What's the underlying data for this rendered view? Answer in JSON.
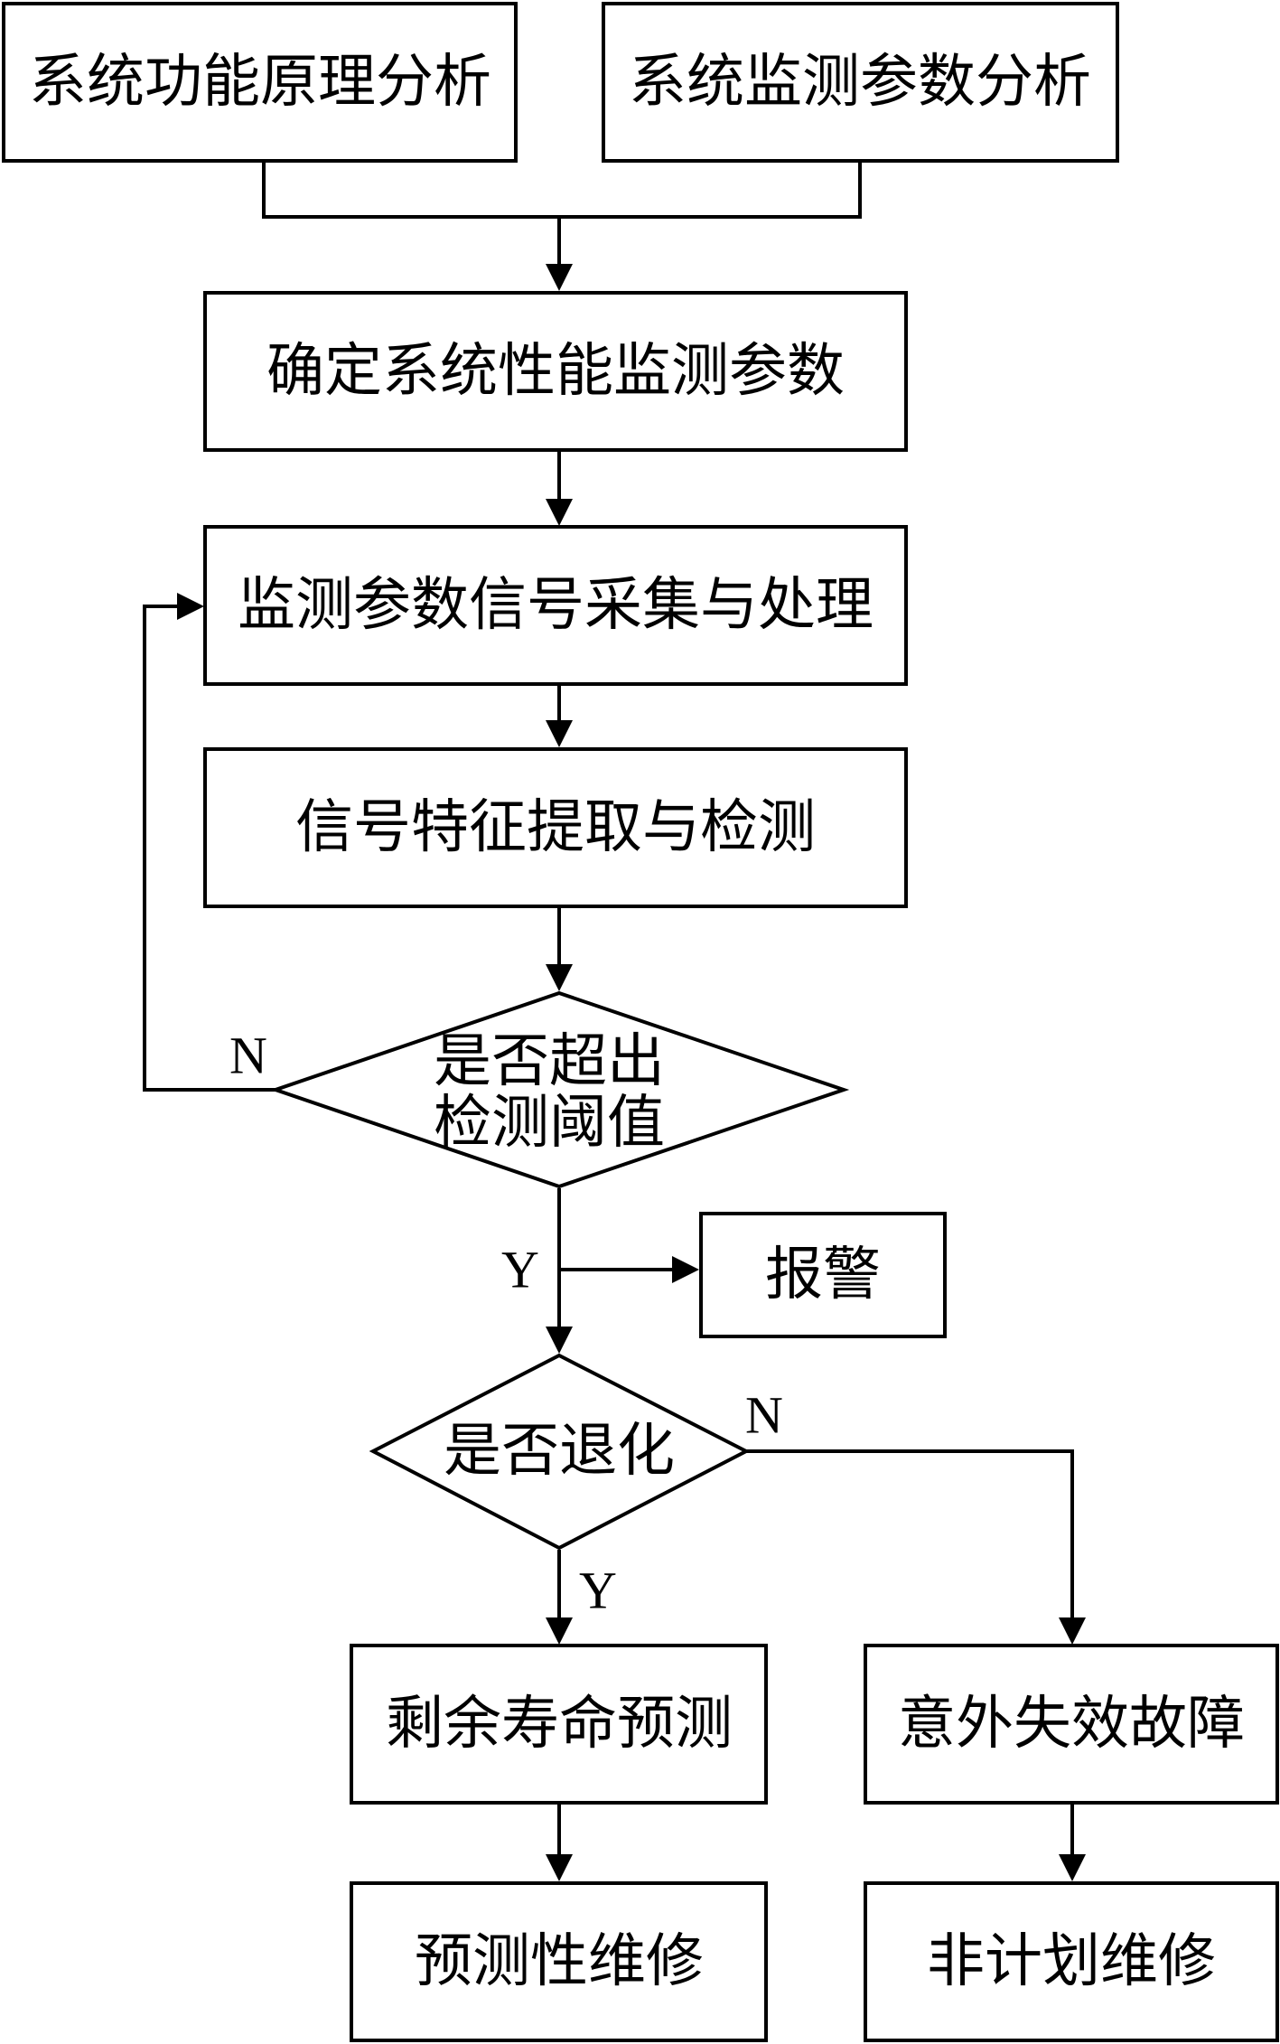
{
  "nodes": {
    "sys_function_analysis": "系统功能原理分析",
    "sys_param_analysis": "系统监测参数分析",
    "determine_params": "确定系统性能监测参数",
    "signal_acquisition": "监测参数信号采集与处理",
    "feature_extraction": "信号特征提取与检测",
    "threshold_decision_line1": "是否超出",
    "threshold_decision_line2": "检测阈值",
    "alarm": "报警",
    "degradation_decision": "是否退化",
    "rul_prediction": "剩余寿命预测",
    "unexpected_failure": "意外失效故障",
    "predictive_maintenance": "预测性维修",
    "unplanned_maintenance": "非计划维修"
  },
  "edge_labels": {
    "threshold_no": "N",
    "threshold_yes": "Y",
    "degradation_no": "N",
    "degradation_yes": "Y"
  }
}
